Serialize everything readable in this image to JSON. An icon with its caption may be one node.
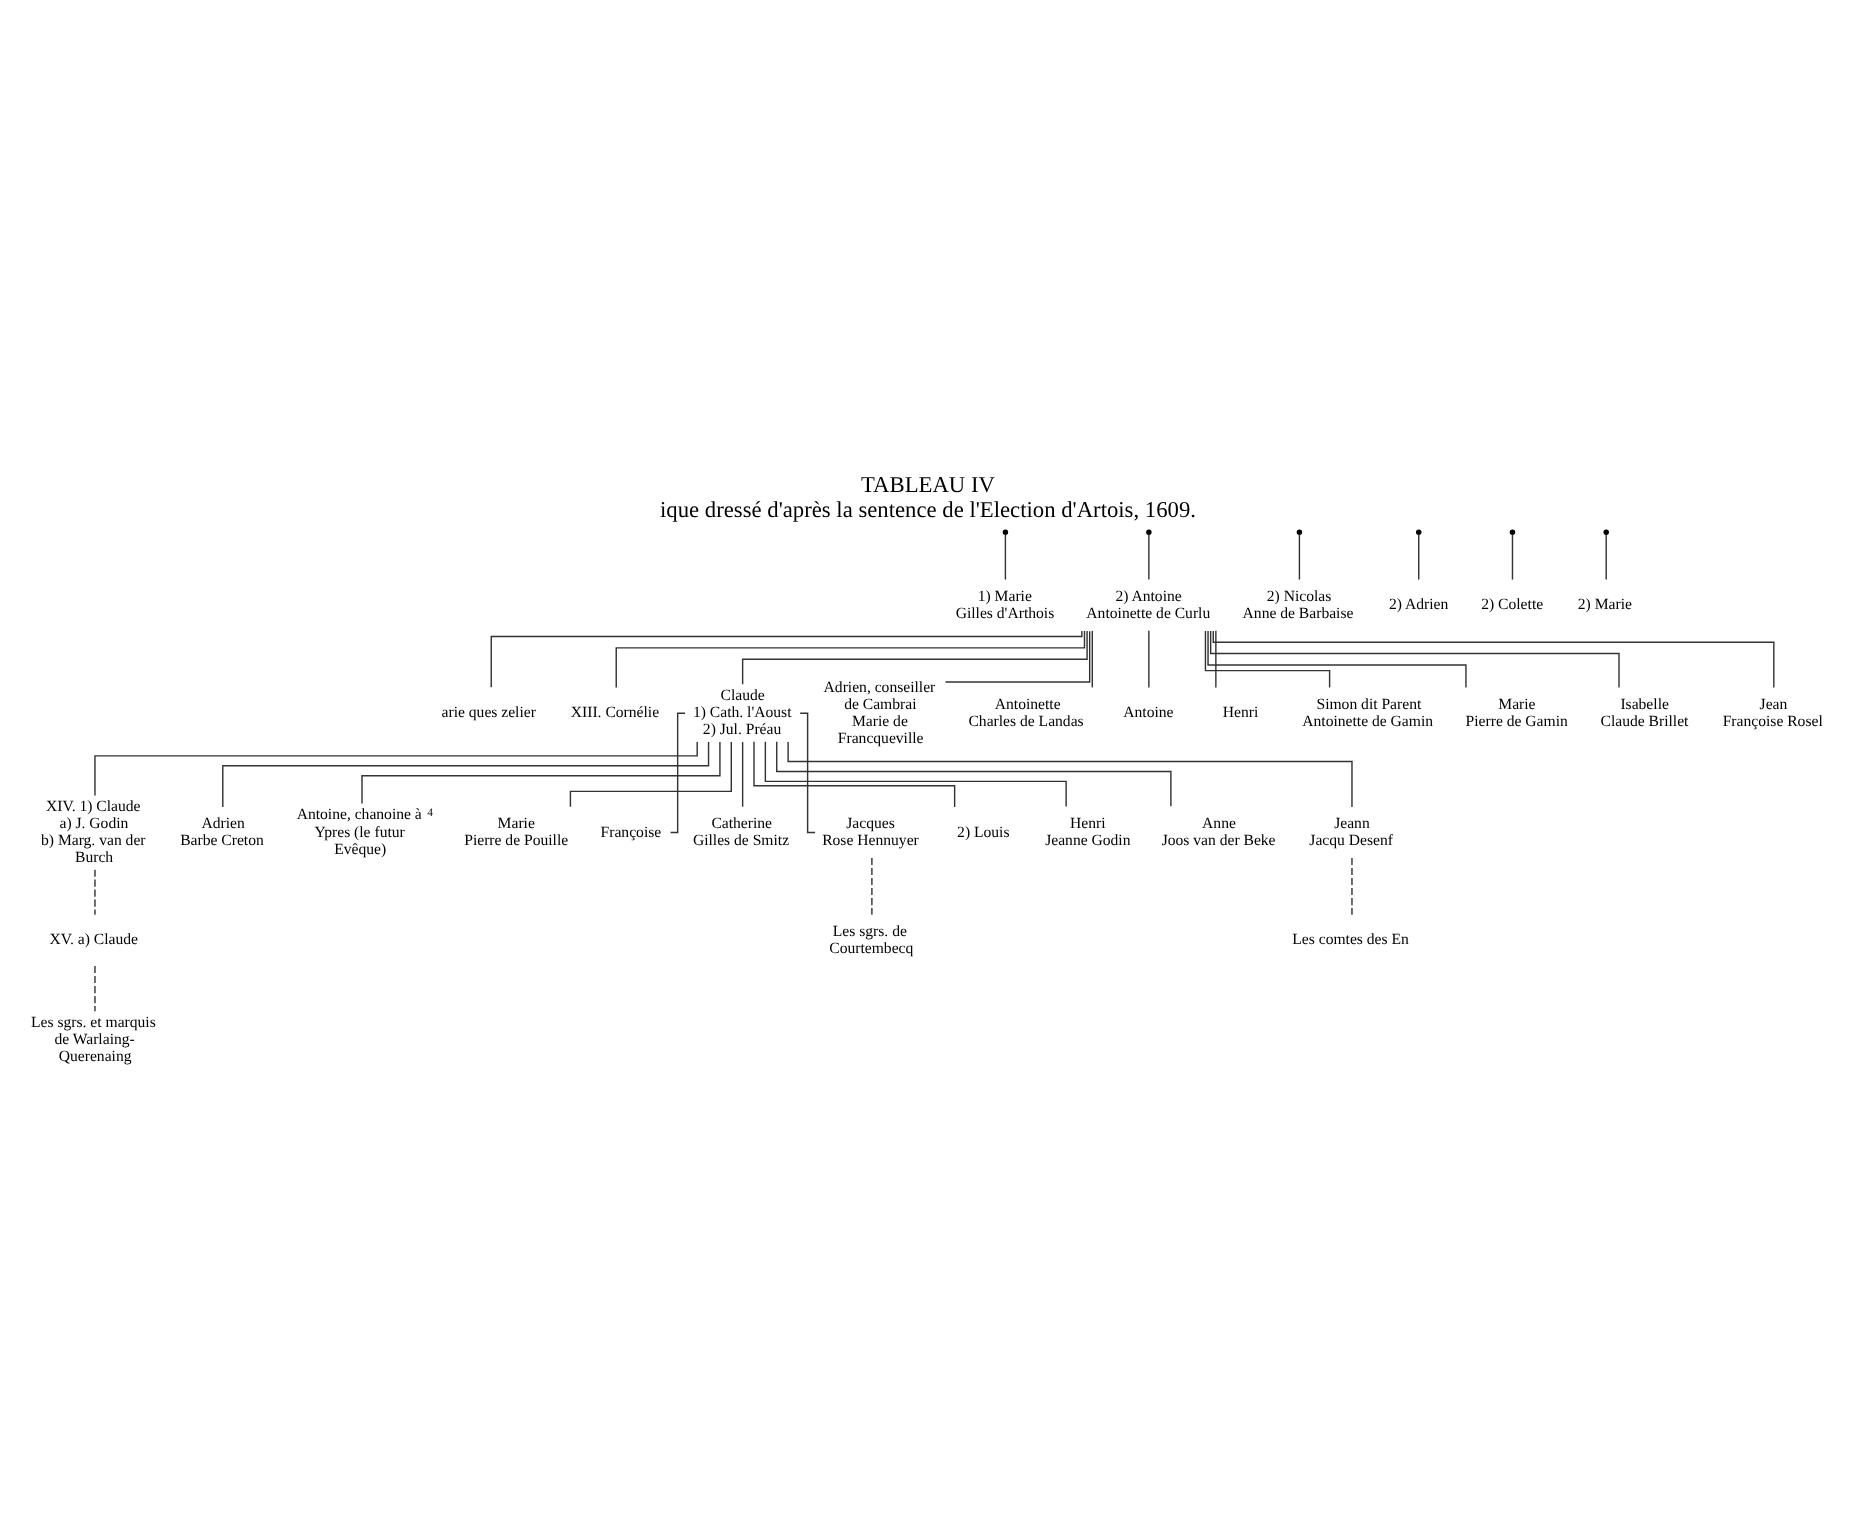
{
  "diagram": {
    "title": "TABLEAU IV",
    "caption": "ique dressé d'après la sentence de l'Election d'Artois, 1609.",
    "nodes": [
      {
        "text": [
          "1) Marie",
          "Gilles d'Arthois"
        ]
      },
      {
        "text": [
          "2) Antoine",
          "Antoinette de Curlu"
        ]
      },
      {
        "text": [
          "2) Nicolas",
          "Anne de Barbaise"
        ]
      },
      {
        "text": [
          "2) Adrien"
        ]
      },
      {
        "text": [
          "2) Colette"
        ]
      },
      {
        "text": [
          "2) Marie"
        ]
      },
      {
        "text": [
          "arie ques zelier"
        ]
      },
      {
        "text": [
          "XIII. Cornélie"
        ]
      },
      {
        "text": [
          "Claude",
          "1) Cath. l'Aoust",
          "2) Jul. Préau"
        ]
      },
      {
        "text": [
          "Adrien, conseiller de Cambrai",
          "Marie de Francqueville"
        ]
      },
      {
        "text": [
          "Antoinette",
          "Charles de Landas"
        ]
      },
      {
        "text": [
          "Antoine"
        ]
      },
      {
        "text": [
          "Henri"
        ]
      },
      {
        "text": [
          "Simon dit Parent",
          "Antoinette de Gamin"
        ]
      },
      {
        "text": [
          "Marie",
          "Pierre de Gamin"
        ]
      },
      {
        "text": [
          "Isabelle",
          "Claude Brillet"
        ]
      },
      {
        "text": [
          "Jean",
          "Françoise Rosel"
        ]
      },
      {
        "text": [
          "XIV. 1) Claude",
          "a) J. Godin",
          "b) Marg. van der Burch"
        ]
      },
      {
        "text": [
          "Adrien",
          "Barbe Creton"
        ]
      },
      {
        "text": [
          "Antoine, chanoine à Ypres (le futur Evêque)"
        ],
        "beside": [
          "4"
        ]
      },
      {
        "text": [
          "Marie",
          "Pierre de Pouille"
        ]
      },
      {
        "text": [
          "Françoise"
        ]
      },
      {
        "text": [
          "Catherine",
          "Gilles de Smitz"
        ]
      },
      {
        "text": [
          "Jacques",
          "Rose Hennuyer"
        ]
      },
      {
        "text": [
          "2) Louis"
        ]
      },
      {
        "text": [
          "Henri",
          "Jeanne Godin"
        ]
      },
      {
        "text": [
          "Anne",
          "Joos van der Beke"
        ]
      },
      {
        "text": [
          "Jeann",
          "Jacqu Desenf"
        ]
      },
      {
        "text": [
          "XV. a) Claude"
        ]
      },
      {
        "text": [
          "Les sgrs. et marquis de Warlaing-Querenaing"
        ]
      },
      {
        "text": [
          "Les sgrs. de Courtembecq"
        ]
      },
      {
        "text": [
          "Les comtes des En"
        ]
      }
    ],
    "edges": [
      {
        "from": null,
        "to": 0,
        "arrow": "none"
      },
      {
        "from": null,
        "to": 1,
        "arrow": "none"
      },
      {
        "from": null,
        "to": 2,
        "arrow": "none"
      },
      {
        "from": null,
        "to": 3,
        "arrow": "none"
      },
      {
        "from": null,
        "to": 4,
        "arrow": "none"
      },
      {
        "from": null,
        "to": 5,
        "arrow": "none"
      },
      {
        "from": 1,
        "to": 6,
        "arrow": "none"
      },
      {
        "from": 1,
        "to": 7,
        "arrow": "none"
      },
      {
        "from": 1,
        "to": 8,
        "arrow": "none"
      },
      {
        "from": 1,
        "to": 9,
        "arrow": "none"
      },
      {
        "from": 1,
        "to": 10,
        "arrow": "none"
      },
      {
        "from": 1,
        "to": 11,
        "arrow": "none"
      },
      {
        "from": 1,
        "to": 12,
        "arrow": "none"
      },
      {
        "from": 1,
        "to": 13,
        "arrow": "none"
      },
      {
        "from": 1,
        "to": 14,
        "arrow": "none"
      },
      {
        "from": 1,
        "to": 15,
        "arrow": "none"
      },
      {
        "from": 1,
        "to": 16,
        "arrow": "none"
      },
      {
        "from": 8,
        "to": 17,
        "arrow": "none"
      },
      {
        "from": 8,
        "to": 18,
        "arrow": "none"
      },
      {
        "from": 8,
        "to": 19,
        "arrow": "none"
      },
      {
        "from": 8,
        "to": 20,
        "arrow": "none"
      },
      {
        "from": 8,
        "to": 21,
        "arrow": "none"
      },
      {
        "from": 8,
        "to": 22,
        "arrow": "none"
      },
      {
        "from": 8,
        "to": 23,
        "arrow": "none"
      },
      {
        "from": 8,
        "to": 24,
        "arrow": "none"
      },
      {
        "from": 8,
        "to": 25,
        "arrow": "none"
      },
      {
        "from": 8,
        "to": 26,
        "arrow": "none"
      },
      {
        "from": 8,
        "to": 27,
        "arrow": "none"
      },
      {
        "from": 17,
        "to": 28,
        "arrow": "none",
        "style": "dashed"
      },
      {
        "from": 28,
        "to": 29,
        "arrow": "none",
        "style": "dashed"
      },
      {
        "from": 23,
        "to": 30,
        "arrow": "none",
        "style": "dashed"
      },
      {
        "from": 27,
        "to": 31,
        "arrow": "none",
        "style": "dashed"
      }
    ]
  }
}
